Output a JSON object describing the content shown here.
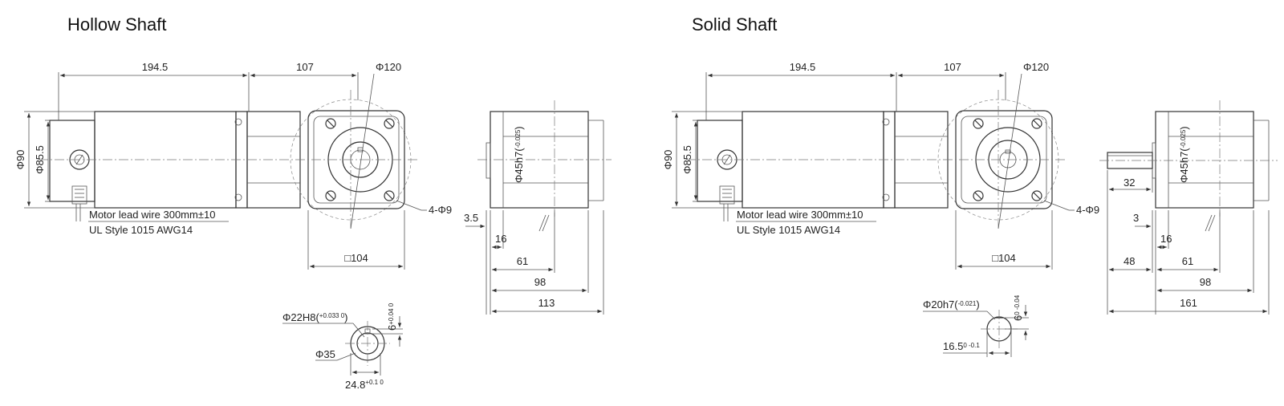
{
  "titles": {
    "left": "Hollow Shaft",
    "right": "Solid Shaft"
  },
  "hollow": {
    "dim_motor_len": "194.5",
    "dim_gear_len": "107",
    "dim_flange_dia": "Φ120",
    "dim_outer_dia": "Φ90",
    "dim_pilot_dia": "Φ85.5",
    "dim_square": "□104",
    "dim_holes": "4-Φ9",
    "lead_wire_1": "Motor lead wire 300mm±10",
    "lead_wire_2": "UL Style 1015 AWG14",
    "side_pilot": "Φ45h7(",
    "side_pilot_tol": "-0.025",
    "side_3_5": "3.5",
    "side_16": "16",
    "side_61": "61",
    "side_98": "98",
    "side_113": "113",
    "bore_dia": "Φ22H8(",
    "bore_tol": "+0.033 0",
    "bore_key": "6",
    "bore_key_tol": "+0.04 0",
    "bore_outer": "Φ35",
    "bore_depth": "24.8",
    "bore_depth_tol": "+0.1 0"
  },
  "solid": {
    "dim_motor_len": "194.5",
    "dim_gear_len": "107",
    "dim_flange_dia": "Φ120",
    "dim_outer_dia": "Φ90",
    "dim_pilot_dia": "Φ85.5",
    "dim_square": "□104",
    "dim_holes": "4-Φ9",
    "lead_wire_1": "Motor lead wire 300mm±10",
    "lead_wire_2": "UL Style 1015 AWG14",
    "side_pilot": "Φ45h7(",
    "side_pilot_tol": "-0.025",
    "side_32": "32",
    "side_3": "3",
    "side_16": "16",
    "side_48": "48",
    "side_61": "61",
    "side_98": "98",
    "side_161": "161",
    "shaft_dia": "Φ20h7(",
    "shaft_tol": "-0.021",
    "shaft_key": "6",
    "shaft_key_tol": "0 -0.04",
    "shaft_flat": "16.5",
    "shaft_flat_tol": "0 -0.1"
  }
}
